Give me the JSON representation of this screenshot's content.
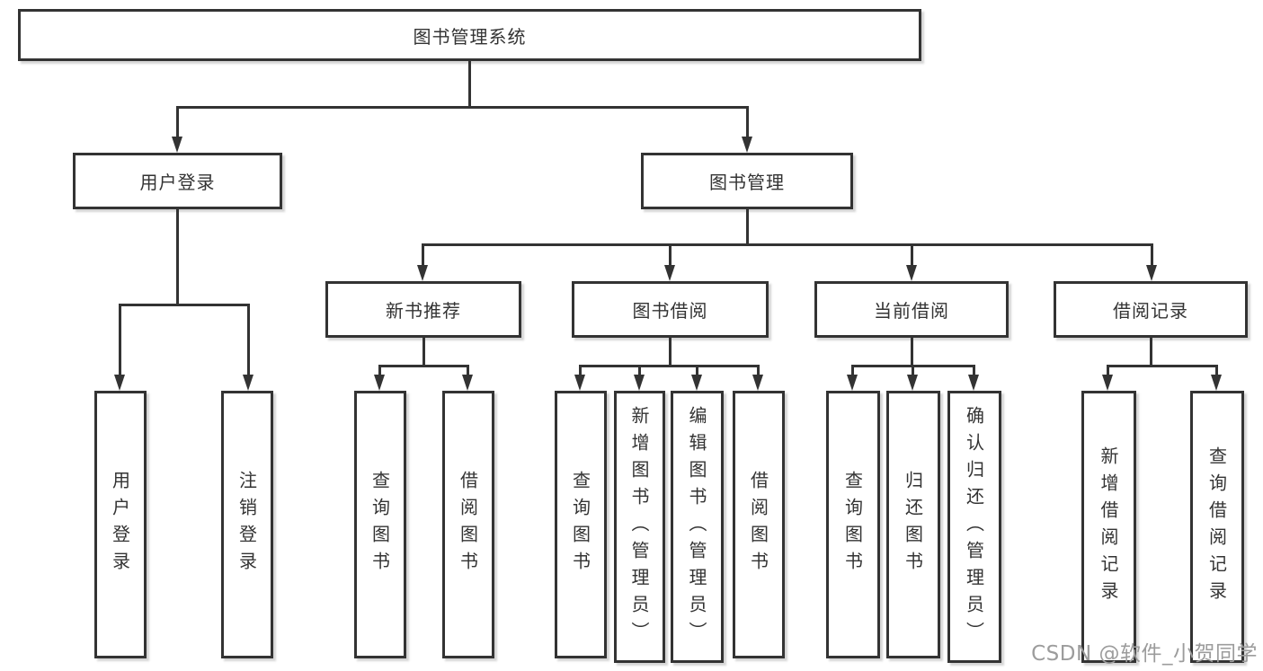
{
  "diagram": {
    "title": "图书管理系统",
    "type": "tree",
    "hierarchy": {
      "图书管理系统": {
        "用户登录": [
          "用户登录",
          "注销登录"
        ],
        "图书管理": {
          "新书推荐": [
            "查询图书",
            "借阅图书"
          ],
          "图书借阅": [
            "查询图书",
            "新增图书（管理员）",
            "编辑图书（管理员）",
            "借阅图书"
          ],
          "当前借阅": [
            "查询图书",
            "归还图书",
            "确认归还（管理员）"
          ],
          "借阅记录": [
            "新增借阅记录",
            "查询借阅记录"
          ]
        }
      }
    },
    "nodes": {
      "root": "图书管理系统",
      "user_login": "用户登录",
      "book_management": "图书管理",
      "new_book_recommend": "新书推荐",
      "book_borrow": "图书借阅",
      "current_borrow": "当前借阅",
      "borrow_records": "借阅记录",
      "leaf_user_login": "用户登录",
      "leaf_logout": "注销登录",
      "leaf_query_book_1": "查询图书",
      "leaf_borrow_book_1": "借阅图书",
      "leaf_query_book_2": "查询图书",
      "leaf_add_book": "新增图书（管理员）",
      "leaf_edit_book": "编辑图书（管理员）",
      "leaf_borrow_book_2": "借阅图书",
      "leaf_query_book_3": "查询图书",
      "leaf_return_book": "归还图书",
      "leaf_confirm_return": "确认归还（管理员）",
      "leaf_add_record": "新增借阅记录",
      "leaf_query_record": "查询借阅记录"
    },
    "colors": {
      "line": "#333333",
      "text": "#333333",
      "box_background": "#ffffff"
    }
  },
  "watermark": {
    "text": "CSDN @软件_小贺同学",
    "color": "#9c9c9c"
  }
}
